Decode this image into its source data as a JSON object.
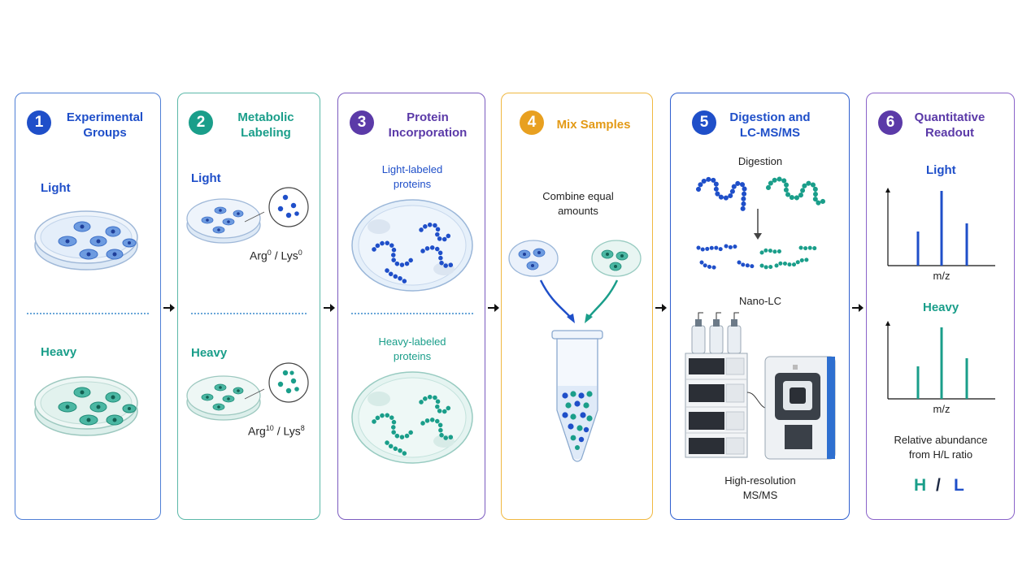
{
  "colors": {
    "blue": "#1f4fc9",
    "teal": "#1a9e8a",
    "purple": "#5b3aa8",
    "orange": "#e8a020",
    "panel1_border": "#4f7fd6",
    "panel2_border": "#5bb8a8",
    "panel3_border": "#7b5bbf",
    "panel4_border": "#f0b840",
    "panel5_border": "#2f5fcf",
    "panel6_border": "#8a63c9"
  },
  "panels": [
    {
      "number": "1",
      "title_line1": "Experimental",
      "title_line2": "Groups",
      "light_label": "Light",
      "heavy_label": "Heavy"
    },
    {
      "number": "2",
      "title_line1": "Metabolic",
      "title_line2": "Labeling",
      "light_label": "Light",
      "heavy_label": "Heavy",
      "light_formula_a": "Arg",
      "light_formula_a_sup": "0",
      "light_formula_b": " / Lys",
      "light_formula_b_sup": "0",
      "heavy_formula_a": "Arg",
      "heavy_formula_a_sup": "10",
      "heavy_formula_b": " / Lys",
      "heavy_formula_b_sup": "8"
    },
    {
      "number": "3",
      "title_line1": "Protein",
      "title_line2": "Incorporation",
      "light_line1": "Light-labeled",
      "light_line2": "proteins",
      "heavy_line1": "Heavy-labeled",
      "heavy_line2": "proteins"
    },
    {
      "number": "4",
      "title_line1": "Mix Samples",
      "combine_line1": "Combine equal",
      "combine_line2": "amounts"
    },
    {
      "number": "5",
      "title_line1": "Digestion and",
      "title_line2": "LC-MS/MS",
      "digestion_label": "Digestion",
      "nanolc_label": "Nano-LC",
      "ms_line1": "High-resolution",
      "ms_line2": "MS/MS"
    },
    {
      "number": "6",
      "title_line1": "Quantitative",
      "title_line2": "Readout",
      "light_label": "Light",
      "heavy_label": "Heavy",
      "mz_label_1": "m/z",
      "mz_label_2": "m/z",
      "summary_line1": "Relative abundance",
      "summary_line2": "from H/L ratio",
      "ratio_h": "H",
      "ratio_slash": "/",
      "ratio_l": "L"
    }
  ],
  "icons": [
    "petri-dish-icon",
    "amino-acid-beads-icon",
    "cell-with-protein-chains-icon",
    "microtube-icon",
    "peptide-chain-icon",
    "lc-ms-instrument-icon",
    "spectrum-icon",
    "arrow-right-icon"
  ]
}
